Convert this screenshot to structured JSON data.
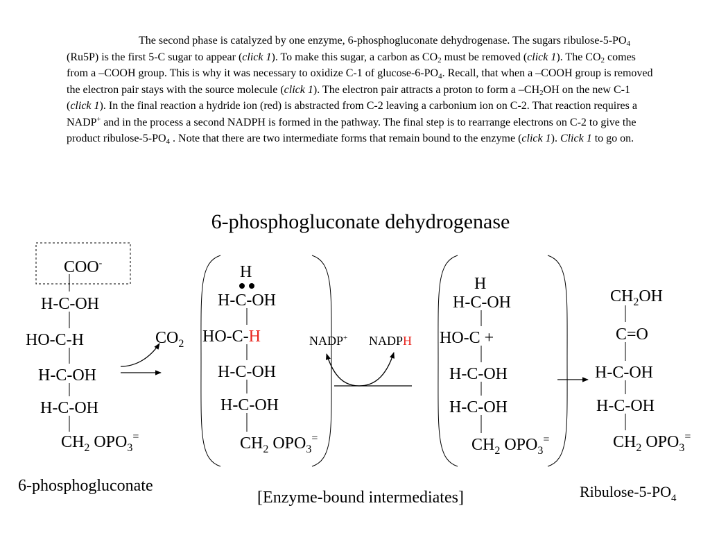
{
  "paragraph": {
    "runs": [
      {
        "t": "The second phase is catalyzed by one enzyme, 6-phosphogluconate dehydrogenase.  The sugars ribulose-5-PO"
      },
      {
        "t": "4",
        "f": "sub"
      },
      {
        "t": " (Ru5P) is the first 5-C sugar to appear ("
      },
      {
        "t": "click 1",
        "f": "i"
      },
      {
        "t": ").  To make this sugar, a carbon as CO"
      },
      {
        "t": "2",
        "f": "sub"
      },
      {
        "t": " must be removed ("
      },
      {
        "t": "click 1",
        "f": "i"
      },
      {
        "t": ").  The CO"
      },
      {
        "t": "2",
        "f": "sub"
      },
      {
        "t": " comes from a –COOH group.  This is why it was necessary to oxidize C-1 of glucose-6-PO"
      },
      {
        "t": "4",
        "f": "sub"
      },
      {
        "t": ".  Recall, that when a –COOH group is removed the electron pair stays with the source molecule ("
      },
      {
        "t": "click 1",
        "f": "i"
      },
      {
        "t": ").  The electron pair attracts a proton to form a –CH"
      },
      {
        "t": "2",
        "f": "sub"
      },
      {
        "t": "OH on the new C-1 ("
      },
      {
        "t": "click 1",
        "f": "i"
      },
      {
        "t": ").  In the final reaction a hydride ion (red) is abstracted from C-2 leaving a carbonium ion on C-2.  That reaction requires a NADP"
      },
      {
        "t": "+",
        "f": "sup"
      },
      {
        "t": " and in the process a second NADPH is formed in the pathway.  The final step is to rearrange electrons on C-2 to give the product ribulose-5-PO"
      },
      {
        "t": "4",
        "f": "sub"
      },
      {
        "t": " . Note that there are two intermediate forms that remain bound to the enzyme ("
      },
      {
        "t": "click 1",
        "f": "i"
      },
      {
        "t": ").  "
      },
      {
        "t": "Click 1",
        "f": "i"
      },
      {
        "t": " to go on."
      }
    ]
  },
  "title": "6-phosphogluconate dehydrogenase",
  "colors": {
    "hydride": "#e8231c",
    "text": "#000000"
  },
  "molecule1": {
    "coo": "COO",
    "coo_charge": "-",
    "c2": "H-C-OH",
    "c3": "HO-C-H",
    "c4": "H-C-OH",
    "c5": "H-C-OH",
    "ch2": "CH",
    "ch2_sub": "2",
    "opo": " OPO",
    "opo_sub": "3",
    "opo_sup": "=",
    "label": "6-phosphogluconate"
  },
  "co2": {
    "text": "CO",
    "sub": "2"
  },
  "intermediate1": {
    "h": "H",
    "c1": "H-C-OH",
    "c2_black": "HO-C-",
    "c2_red": "H",
    "c3": "H-C-OH",
    "c4": "H-C-OH",
    "ch2": "CH",
    "ch2_sub": "2",
    "opo": " OPO",
    "opo_sub": "3",
    "opo_sup": "="
  },
  "cofactor": {
    "nadp": "NADP",
    "nadp_sup": "+",
    "nadph_black": "NADP",
    "nadph_red": "H"
  },
  "intermediate2": {
    "h": "H",
    "c1": "H-C-OH",
    "c2": "HO-C +",
    "c3": "H-C-OH",
    "c4": "H-C-OH",
    "ch2": "CH",
    "ch2_sub": "2",
    "opo": " OPO",
    "opo_sub": "3",
    "opo_sup": "="
  },
  "bracket_label": "[Enzyme-bound intermediates]",
  "product": {
    "ch2oh_a": "CH",
    "ch2oh_sub": "2",
    "ch2oh_b": "OH",
    "c2": "C=O",
    "c3": "H-C-OH",
    "c4": "H-C-OH",
    "ch2": "CH",
    "ch2_sub": "2",
    "opo": " OPO",
    "opo_sub": "3",
    "opo_sup": "=",
    "label": "Ribulose-5-PO",
    "label_sub": "4"
  }
}
